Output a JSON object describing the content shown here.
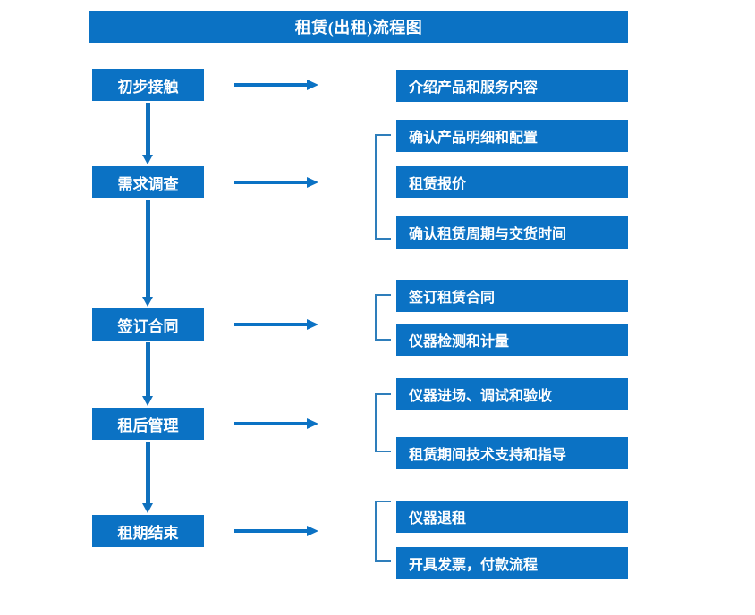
{
  "title": "租赁(出租)流程图",
  "colors": {
    "box_blue": "#0b72c4",
    "arrow_blue": "#0f70bd",
    "bracket_blue": "#2e7ebb",
    "text_white": "#ffffff",
    "background": "#ffffff"
  },
  "stages": [
    {
      "label": "初步接触"
    },
    {
      "label": "需求调查"
    },
    {
      "label": "签订合同"
    },
    {
      "label": "租后管理"
    },
    {
      "label": "租期结束"
    }
  ],
  "details": [
    {
      "label": "介绍产品和服务内容"
    },
    {
      "label": "确认产品明细和配置"
    },
    {
      "label": "租赁报价"
    },
    {
      "label": "确认租赁周期与交货时间"
    },
    {
      "label": "签订租赁合同"
    },
    {
      "label": "仪器检测和计量"
    },
    {
      "label": "仪器进场、调试和验收"
    },
    {
      "label": "租赁期间技术支持和指导"
    },
    {
      "label": "仪器退租"
    },
    {
      "label": "开具发票，付款流程"
    }
  ],
  "flow": {
    "stage_to_detail_arrow_count": 5,
    "stage_to_stage_arrow_count": 4,
    "bracket_count": 4
  }
}
